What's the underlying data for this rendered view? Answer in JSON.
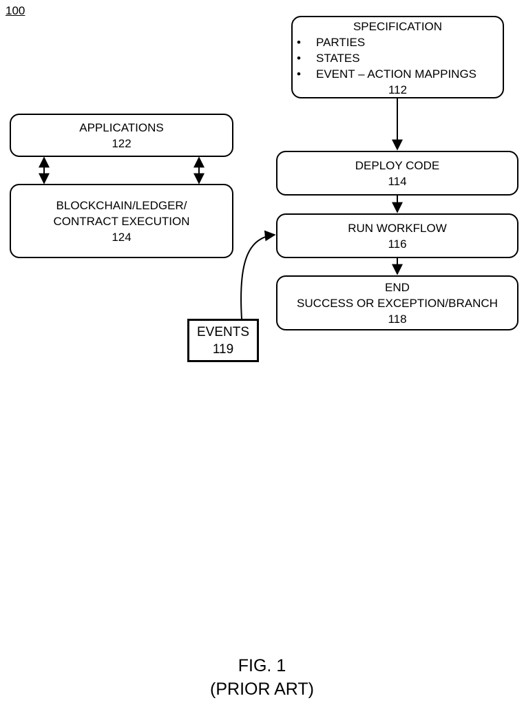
{
  "figure_ref": "100",
  "specification": {
    "title": "SPECIFICATION",
    "bullet_glyph": "•",
    "items": [
      "PARTIES",
      "STATES",
      "EVENT – ACTION MAPPINGS"
    ],
    "number": "112"
  },
  "deploy": {
    "label": "DEPLOY CODE",
    "number": "114"
  },
  "run": {
    "label": "RUN WORKFLOW",
    "number": "116"
  },
  "end": {
    "label": "END",
    "sublabel": "SUCCESS OR EXCEPTION/BRANCH",
    "number": "118"
  },
  "events": {
    "label": "EVENTS",
    "number": "119"
  },
  "applications": {
    "label": "APPLICATIONS",
    "number": "122"
  },
  "blockchain": {
    "line1": "BLOCKCHAIN/LEDGER/",
    "line2": "CONTRACT EXECUTION",
    "number": "124"
  },
  "caption": {
    "line1": "FIG. 1",
    "line2": "(PRIOR ART)"
  }
}
